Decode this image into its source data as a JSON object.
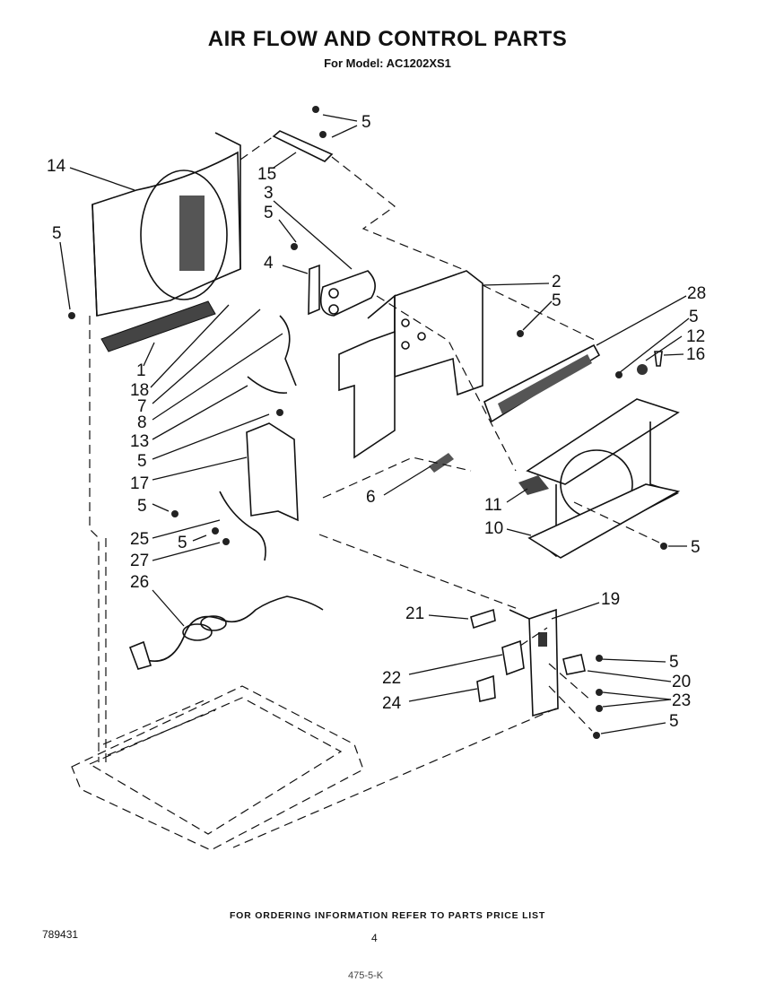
{
  "header": {
    "title": "AIR FLOW AND CONTROL PARTS",
    "subtitle": "For Model: AC1202XS1"
  },
  "footer": {
    "ordering_note": "FOR ORDERING INFORMATION REFER TO PARTS PRICE LIST",
    "document_number": "789431",
    "page_number": "4",
    "handwritten_note": "475-5-K"
  },
  "callouts": {
    "c5_top": "5",
    "c15": "15",
    "c3": "3",
    "c5_a": "5",
    "c4": "4",
    "c14": "14",
    "c5_left": "5",
    "c1": "1",
    "c18": "18",
    "c7": "7",
    "c8": "8",
    "c13": "13",
    "c5_b": "5",
    "c17": "17",
    "c5_c": "5",
    "c25": "25",
    "c5_d": "5",
    "c27": "27",
    "c26": "26",
    "c2": "2",
    "c5_e": "5",
    "c28": "28",
    "c5_f": "5",
    "c12": "12",
    "c16": "16",
    "c6": "6",
    "c11": "11",
    "c10": "10",
    "c5_g": "5",
    "c21": "21",
    "c19": "19",
    "c5_h": "5",
    "c22": "22",
    "c20": "20",
    "c24": "24",
    "c23": "23",
    "c5_i": "5"
  }
}
